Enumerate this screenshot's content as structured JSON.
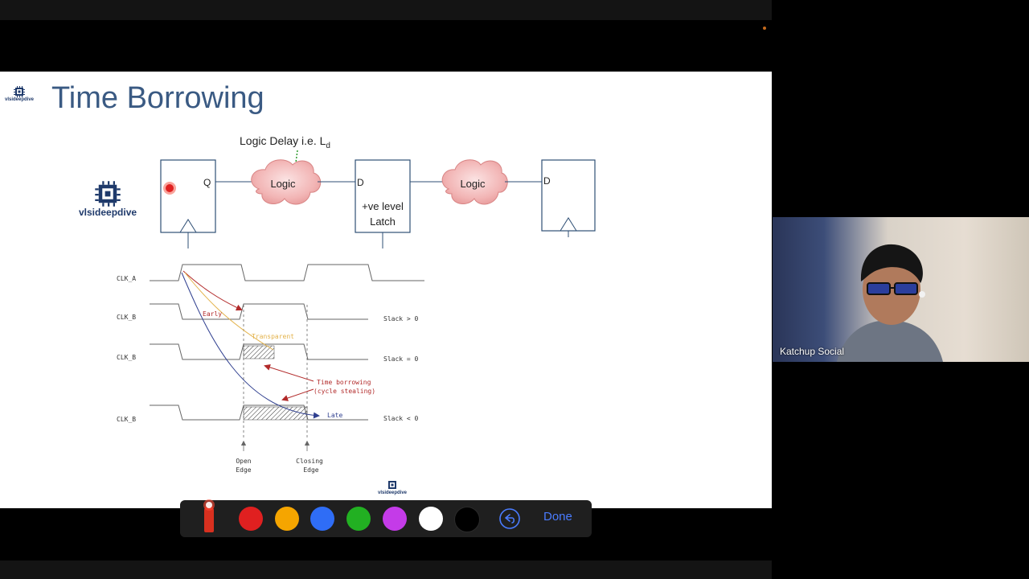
{
  "slide": {
    "title": "Time Borrowing",
    "logo_label": "vlsideepdive",
    "logo_small_label": "vlsideepdive",
    "logo_bottom_label": "vlsideepdive"
  },
  "diagram": {
    "logic_delay_label": "Logic Delay i.e. L",
    "logic_delay_subscript": "d",
    "flop1_q": "Q",
    "logic1": "Logic",
    "latch_d": "D",
    "latch_label_line1": "+ve level",
    "latch_label_line2": "Latch",
    "logic2": "Logic",
    "flop2_d": "D"
  },
  "timing": {
    "signals": [
      "CLK_A",
      "CLK_B",
      "CLK_B",
      "CLK_B"
    ],
    "slack_labels": [
      "Slack > 0",
      "Slack = 0",
      "Slack < 0"
    ],
    "early_label": "Early",
    "transparent_label": "Transparent",
    "borrow_label_line1": "Time borrowing",
    "borrow_label_line2": "(cycle stealing)",
    "late_label": "Late",
    "open_edge_line1": "Open",
    "open_edge_line2": "Edge",
    "closing_edge_line1": "Closing",
    "closing_edge_line2": "Edge"
  },
  "video": {
    "participant_name": "Katchup Social"
  },
  "toolbar": {
    "colors": [
      "#e02020",
      "#f5a500",
      "#2f6df6",
      "#22b022",
      "#c43be8",
      "#ffffff",
      "#000000"
    ],
    "done_label": "Done"
  }
}
